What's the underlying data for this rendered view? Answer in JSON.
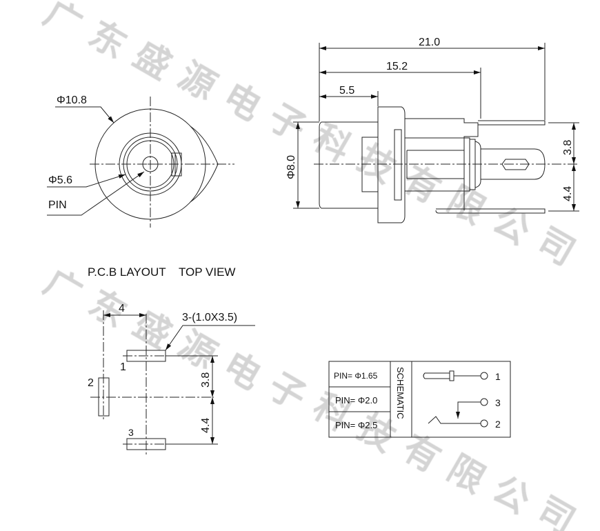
{
  "watermark": {
    "chars": [
      "广",
      "东",
      "盛",
      "源",
      "电",
      "子",
      "科",
      "技",
      "有",
      "限",
      "公",
      "司"
    ]
  },
  "front_view": {
    "outer_dia": "Φ10.8",
    "inner_dia": "Φ5.6",
    "pin_label": "PIN"
  },
  "side_view": {
    "overall_length": "21.0",
    "pin_length": "15.2",
    "body_length": "5.5",
    "body_dia": "Φ8.0",
    "upper_offset": "3.8",
    "lower_offset": "4.4"
  },
  "pcb": {
    "title": "P.C.B LAYOUT    TOP VIEW",
    "pad_spec": "3-(1.0X3.5)",
    "dim_x": "4",
    "dim_upper": "3.8",
    "dim_lower": "4.4",
    "pad_labels": [
      "1",
      "2",
      "3"
    ]
  },
  "schematic": {
    "header": "SCHEMATIC",
    "pins": [
      "PIN= Φ1.65",
      "PIN= Φ2.0",
      "PIN= Φ2.5"
    ],
    "terminals": [
      "1",
      "3",
      "2"
    ]
  }
}
